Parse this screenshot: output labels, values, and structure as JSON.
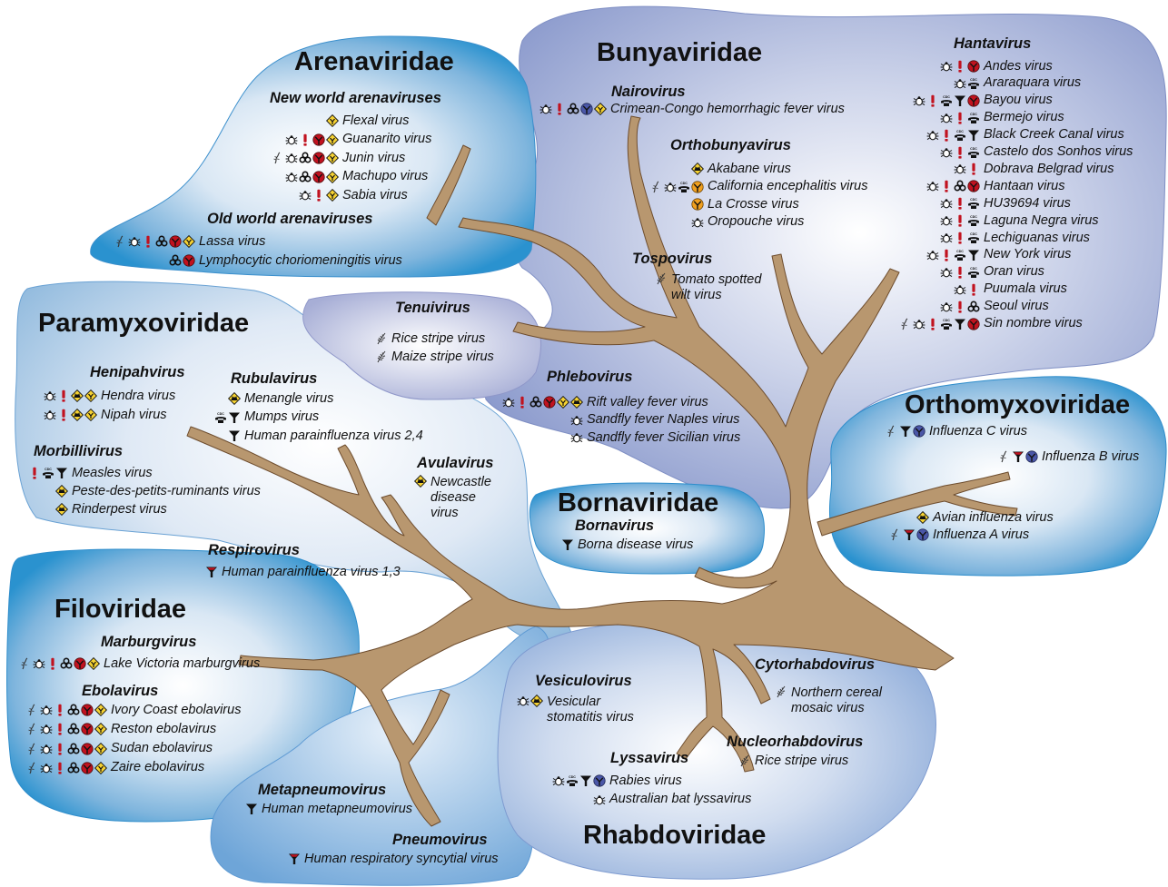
{
  "colors": {
    "blob_dark": "#1f8fce",
    "blob_light": "#f2f6fb",
    "bunya": "#8e9cd0",
    "tree": "#b99772",
    "tree_edge": "#6b4a2b"
  },
  "families": {
    "arenaviridae": "Arenaviridae",
    "bunyaviridae": "Bunyaviridae",
    "paramyxoviridae": "Paramyxoviridae",
    "orthomyxoviridae": "Orthomyxoviridae",
    "bornaviridae": "Bornaviridae",
    "filoviridae": "Filoviridae",
    "rhabdoviridae": "Rhabdoviridae"
  },
  "genera": {
    "new_world": "New world arenaviruses",
    "old_world": "Old world arenaviruses",
    "nairovirus": "Nairovirus",
    "orthobunyavirus": "Orthobunyavirus",
    "tospovirus": "Tospovirus",
    "hantavirus": "Hantavirus",
    "tenuivirus": "Tenuivirus",
    "phlebovirus": "Phlebovirus",
    "henipahvirus": "Henipahvirus",
    "rubulavirus": "Rubulavirus",
    "morbillivirus": "Morbillivirus",
    "avulavirus": "Avulavirus",
    "respirovirus": "Respirovirus",
    "bornavirus": "Bornavirus",
    "marburgvirus": "Marburgvirus",
    "ebolavirus": "Ebolavirus",
    "metapneumovirus": "Metapneumovirus",
    "pneumovirus": "Pneumovirus",
    "vesiculovirus": "Vesiculovirus",
    "cytorhabdovirus": "Cytorhabdovirus",
    "nucleorhabdovirus": "Nucleorhabdovirus",
    "lyssavirus": "Lyssavirus"
  },
  "viruses": {
    "new_world": [
      {
        "name": "Flexal virus",
        "icons": [
          "diamond-icon"
        ]
      },
      {
        "name": "Guanarito virus",
        "icons": [
          "tick-icon",
          "alert-icon",
          "shield-red-icon",
          "diamond-icon"
        ]
      },
      {
        "name": "Junin virus",
        "icons": [
          "mosquito-icon",
          "tick-icon",
          "biohazard-icon",
          "shield-red-icon",
          "diamond-icon"
        ]
      },
      {
        "name": "Machupo virus",
        "icons": [
          "tick-icon",
          "biohazard-icon",
          "shield-red-icon",
          "diamond-icon"
        ]
      },
      {
        "name": "Sabia virus",
        "icons": [
          "tick-icon",
          "alert-icon",
          "diamond-icon"
        ]
      }
    ],
    "old_world": [
      {
        "name": "Lassa virus",
        "icons": [
          "mosquito-icon",
          "tick-icon",
          "alert-icon",
          "biohazard-icon",
          "shield-red-icon",
          "diamond-icon"
        ]
      },
      {
        "name": "Lymphocytic choriomeningitis virus",
        "icons": [
          "biohazard-icon",
          "shield-red-icon"
        ]
      }
    ],
    "nairovirus": [
      {
        "name": "Crimean-Congo hemorrhagic fever virus",
        "icons": [
          "tick-icon",
          "alert-icon",
          "biohazard-icon",
          "shield-blue-icon",
          "diamond-icon"
        ]
      }
    ],
    "orthobunyavirus": [
      {
        "name": "Akabane virus",
        "icons": [
          "diamond-cow-icon"
        ]
      },
      {
        "name": "California encephalitis virus",
        "icons": [
          "mosquito-icon",
          "tick-icon",
          "phone-icon",
          "shield-orange-icon"
        ]
      },
      {
        "name": "La Crosse virus",
        "icons": [
          "shield-orange-icon"
        ]
      },
      {
        "name": "Oropouche virus",
        "icons": [
          "tick-icon"
        ]
      }
    ],
    "tospovirus": [
      {
        "name": "Tomato spotted\nwilt virus",
        "icons": [
          "leaf-icon"
        ]
      }
    ],
    "hantavirus": [
      {
        "name": "Andes virus",
        "icons": [
          "tick-icon",
          "alert-icon",
          "shield-red-icon"
        ]
      },
      {
        "name": "Araraquara virus",
        "icons": [
          "tick-icon",
          "phone-icon"
        ]
      },
      {
        "name": "Bayou virus",
        "icons": [
          "tick-icon",
          "alert-icon",
          "phone-icon",
          "funnel-icon",
          "shield-red-icon"
        ]
      },
      {
        "name": "Bermejo virus",
        "icons": [
          "tick-icon",
          "alert-icon",
          "phone-icon"
        ]
      },
      {
        "name": "Black Creek Canal virus",
        "icons": [
          "tick-icon",
          "alert-icon",
          "phone-icon",
          "funnel-icon"
        ]
      },
      {
        "name": "Castelo dos Sonhos virus",
        "icons": [
          "tick-icon",
          "alert-icon",
          "phone-icon"
        ]
      },
      {
        "name": "Dobrava Belgrad virus",
        "icons": [
          "tick-icon",
          "alert-icon"
        ]
      },
      {
        "name": "Hantaan virus",
        "icons": [
          "tick-icon",
          "alert-icon",
          "biohazard-icon",
          "shield-red-icon"
        ]
      },
      {
        "name": "HU39694 virus",
        "icons": [
          "tick-icon",
          "alert-icon",
          "phone-icon"
        ]
      },
      {
        "name": "Laguna Negra virus",
        "icons": [
          "tick-icon",
          "alert-icon",
          "phone-icon"
        ]
      },
      {
        "name": "Lechiguanas virus",
        "icons": [
          "tick-icon",
          "alert-icon",
          "phone-icon"
        ]
      },
      {
        "name": "New York virus",
        "icons": [
          "tick-icon",
          "alert-icon",
          "phone-icon",
          "funnel-icon"
        ]
      },
      {
        "name": "Oran virus",
        "icons": [
          "tick-icon",
          "alert-icon",
          "phone-icon"
        ]
      },
      {
        "name": "Puumala virus",
        "icons": [
          "tick-icon",
          "alert-icon"
        ]
      },
      {
        "name": "Seoul virus",
        "icons": [
          "tick-icon",
          "alert-icon",
          "biohazard-icon"
        ]
      },
      {
        "name": "Sin nombre virus",
        "icons": [
          "mosquito-icon",
          "tick-icon",
          "alert-icon",
          "phone-icon",
          "funnel-icon",
          "shield-red-icon"
        ]
      }
    ],
    "tenuivirus": [
      {
        "name": "Rice stripe virus",
        "icons": [
          "leaf-icon"
        ]
      },
      {
        "name": "Maize stripe virus",
        "icons": [
          "leaf-icon"
        ]
      }
    ],
    "phlebovirus": [
      {
        "name": "Rift valley fever virus",
        "icons": [
          "tick-icon",
          "alert-icon",
          "biohazard-icon",
          "shield-red-icon",
          "diamond-icon",
          "diamond-cow-icon"
        ]
      },
      {
        "name": "Sandfly fever Naples virus",
        "icons": [
          "tick-icon"
        ]
      },
      {
        "name": "Sandfly fever Sicilian virus",
        "icons": [
          "tick-icon"
        ]
      }
    ],
    "henipahvirus": [
      {
        "name": "Hendra virus",
        "icons": [
          "tick-icon",
          "alert-icon",
          "diamond-cow-icon",
          "diamond-icon"
        ]
      },
      {
        "name": "Nipah virus",
        "icons": [
          "tick-icon",
          "alert-icon",
          "diamond-cow-icon",
          "diamond-icon"
        ]
      }
    ],
    "rubulavirus": [
      {
        "name": "Menangle virus",
        "icons": [
          "diamond-cow-icon"
        ]
      },
      {
        "name": "Mumps virus",
        "icons": [
          "phone-icon",
          "funnel-icon"
        ]
      },
      {
        "name": "Human parainfluenza virus 2,4",
        "icons": [
          "funnel-icon"
        ]
      }
    ],
    "morbillivirus": [
      {
        "name": "Measles virus",
        "icons": [
          "alert-icon",
          "phone-icon",
          "funnel-icon"
        ]
      },
      {
        "name": "Peste-des-petits-ruminants virus",
        "icons": [
          "diamond-cow-icon"
        ]
      },
      {
        "name": "Rinderpest virus",
        "icons": [
          "diamond-cow-icon"
        ]
      }
    ],
    "avulavirus": [
      {
        "name": "Newcastle\ndisease\nvirus",
        "icons": [
          "diamond-cow-icon"
        ]
      }
    ],
    "respirovirus": [
      {
        "name": "Human parainfluenza virus 1,3",
        "icons": [
          "funnel-red-icon"
        ]
      }
    ],
    "orthomyxoviridae": [
      {
        "name": "Influenza C virus",
        "icons": [
          "mosquito-icon",
          "funnel-icon",
          "shield-blue-icon"
        ]
      },
      {
        "name": "Influenza B virus",
        "icons": [
          "mosquito-icon",
          "funnel-red-icon",
          "shield-blue-icon"
        ]
      },
      {
        "name": "Avian influenza virus",
        "icons": [
          "diamond-cow-icon"
        ]
      },
      {
        "name": "Influenza A virus",
        "icons": [
          "mosquito-icon",
          "funnel-red-icon",
          "shield-blue-icon"
        ]
      }
    ],
    "bornavirus": [
      {
        "name": "Borna disease virus",
        "icons": [
          "funnel-icon"
        ]
      }
    ],
    "marburgvirus": [
      {
        "name": "Lake Victoria marburgvirus",
        "icons": [
          "mosquito-icon",
          "tick-icon",
          "alert-icon",
          "biohazard-icon",
          "shield-red-icon",
          "diamond-icon"
        ]
      }
    ],
    "ebolavirus": [
      {
        "name": "Ivory Coast ebolavirus",
        "icons": [
          "mosquito-icon",
          "tick-icon",
          "alert-icon",
          "biohazard-icon",
          "shield-red-icon",
          "diamond-icon"
        ]
      },
      {
        "name": "Reston ebolavirus",
        "icons": [
          "mosquito-icon",
          "tick-icon",
          "alert-icon",
          "biohazard-icon",
          "shield-red-icon",
          "diamond-icon"
        ]
      },
      {
        "name": "Sudan ebolavirus",
        "icons": [
          "mosquito-icon",
          "tick-icon",
          "alert-icon",
          "biohazard-icon",
          "shield-red-icon",
          "diamond-icon"
        ]
      },
      {
        "name": "Zaire ebolavirus",
        "icons": [
          "mosquito-icon",
          "tick-icon",
          "alert-icon",
          "biohazard-icon",
          "shield-red-icon",
          "diamond-icon"
        ]
      }
    ],
    "metapneumovirus": [
      {
        "name": "Human metapneumovirus",
        "icons": [
          "funnel-icon"
        ]
      }
    ],
    "pneumovirus": [
      {
        "name": "Human respiratory syncytial virus",
        "icons": [
          "funnel-red-icon"
        ]
      }
    ],
    "vesiculovirus": [
      {
        "name": "Vesicular\nstomatitis virus",
        "icons": [
          "tick-icon",
          "diamond-cow-icon"
        ]
      }
    ],
    "cytorhabdovirus": [
      {
        "name": "Northern cereal\nmosaic virus",
        "icons": [
          "leaf-icon"
        ]
      }
    ],
    "nucleorhabdovirus": [
      {
        "name": "Rice stripe virus",
        "icons": [
          "leaf-icon"
        ]
      }
    ],
    "lyssavirus": [
      {
        "name": "Rabies virus",
        "icons": [
          "tick-icon",
          "phone-icon",
          "funnel-icon",
          "shield-blue-icon"
        ]
      },
      {
        "name": "Australian bat lyssavirus",
        "icons": [
          "tick-icon"
        ]
      }
    ]
  }
}
